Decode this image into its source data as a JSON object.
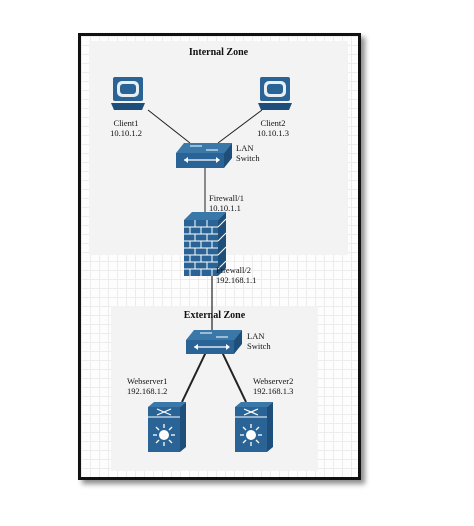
{
  "colors": {
    "device": "#2a6496",
    "device_dark": "#1d4f7a",
    "zone_bg": "#f3f3f3"
  },
  "zones": {
    "internal": {
      "title": "Internal Zone"
    },
    "external": {
      "title": "External Zone"
    }
  },
  "devices": {
    "client1": {
      "name": "Client1",
      "ip": "10.10.1.2",
      "icon": "workstation-icon"
    },
    "client2": {
      "name": "Client2",
      "ip": "10.10.1.3",
      "icon": "workstation-icon"
    },
    "lan_switch_internal": {
      "line1": "LAN",
      "line2": "Switch",
      "icon": "switch-icon"
    },
    "firewall": {
      "icon": "firewall-icon",
      "if1": {
        "name": "Firewall/1",
        "ip": "10.10.1.1"
      },
      "if2": {
        "name": "Firewall/2",
        "ip": "192.168.1.1"
      }
    },
    "lan_switch_external": {
      "line1": "LAN",
      "line2": "Switch",
      "icon": "switch-icon"
    },
    "webserver1": {
      "name": "Webserver1",
      "ip": "192.168.1.2",
      "icon": "server-icon"
    },
    "webserver2": {
      "name": "Webserver2",
      "ip": "192.168.1.3",
      "icon": "server-icon"
    }
  }
}
